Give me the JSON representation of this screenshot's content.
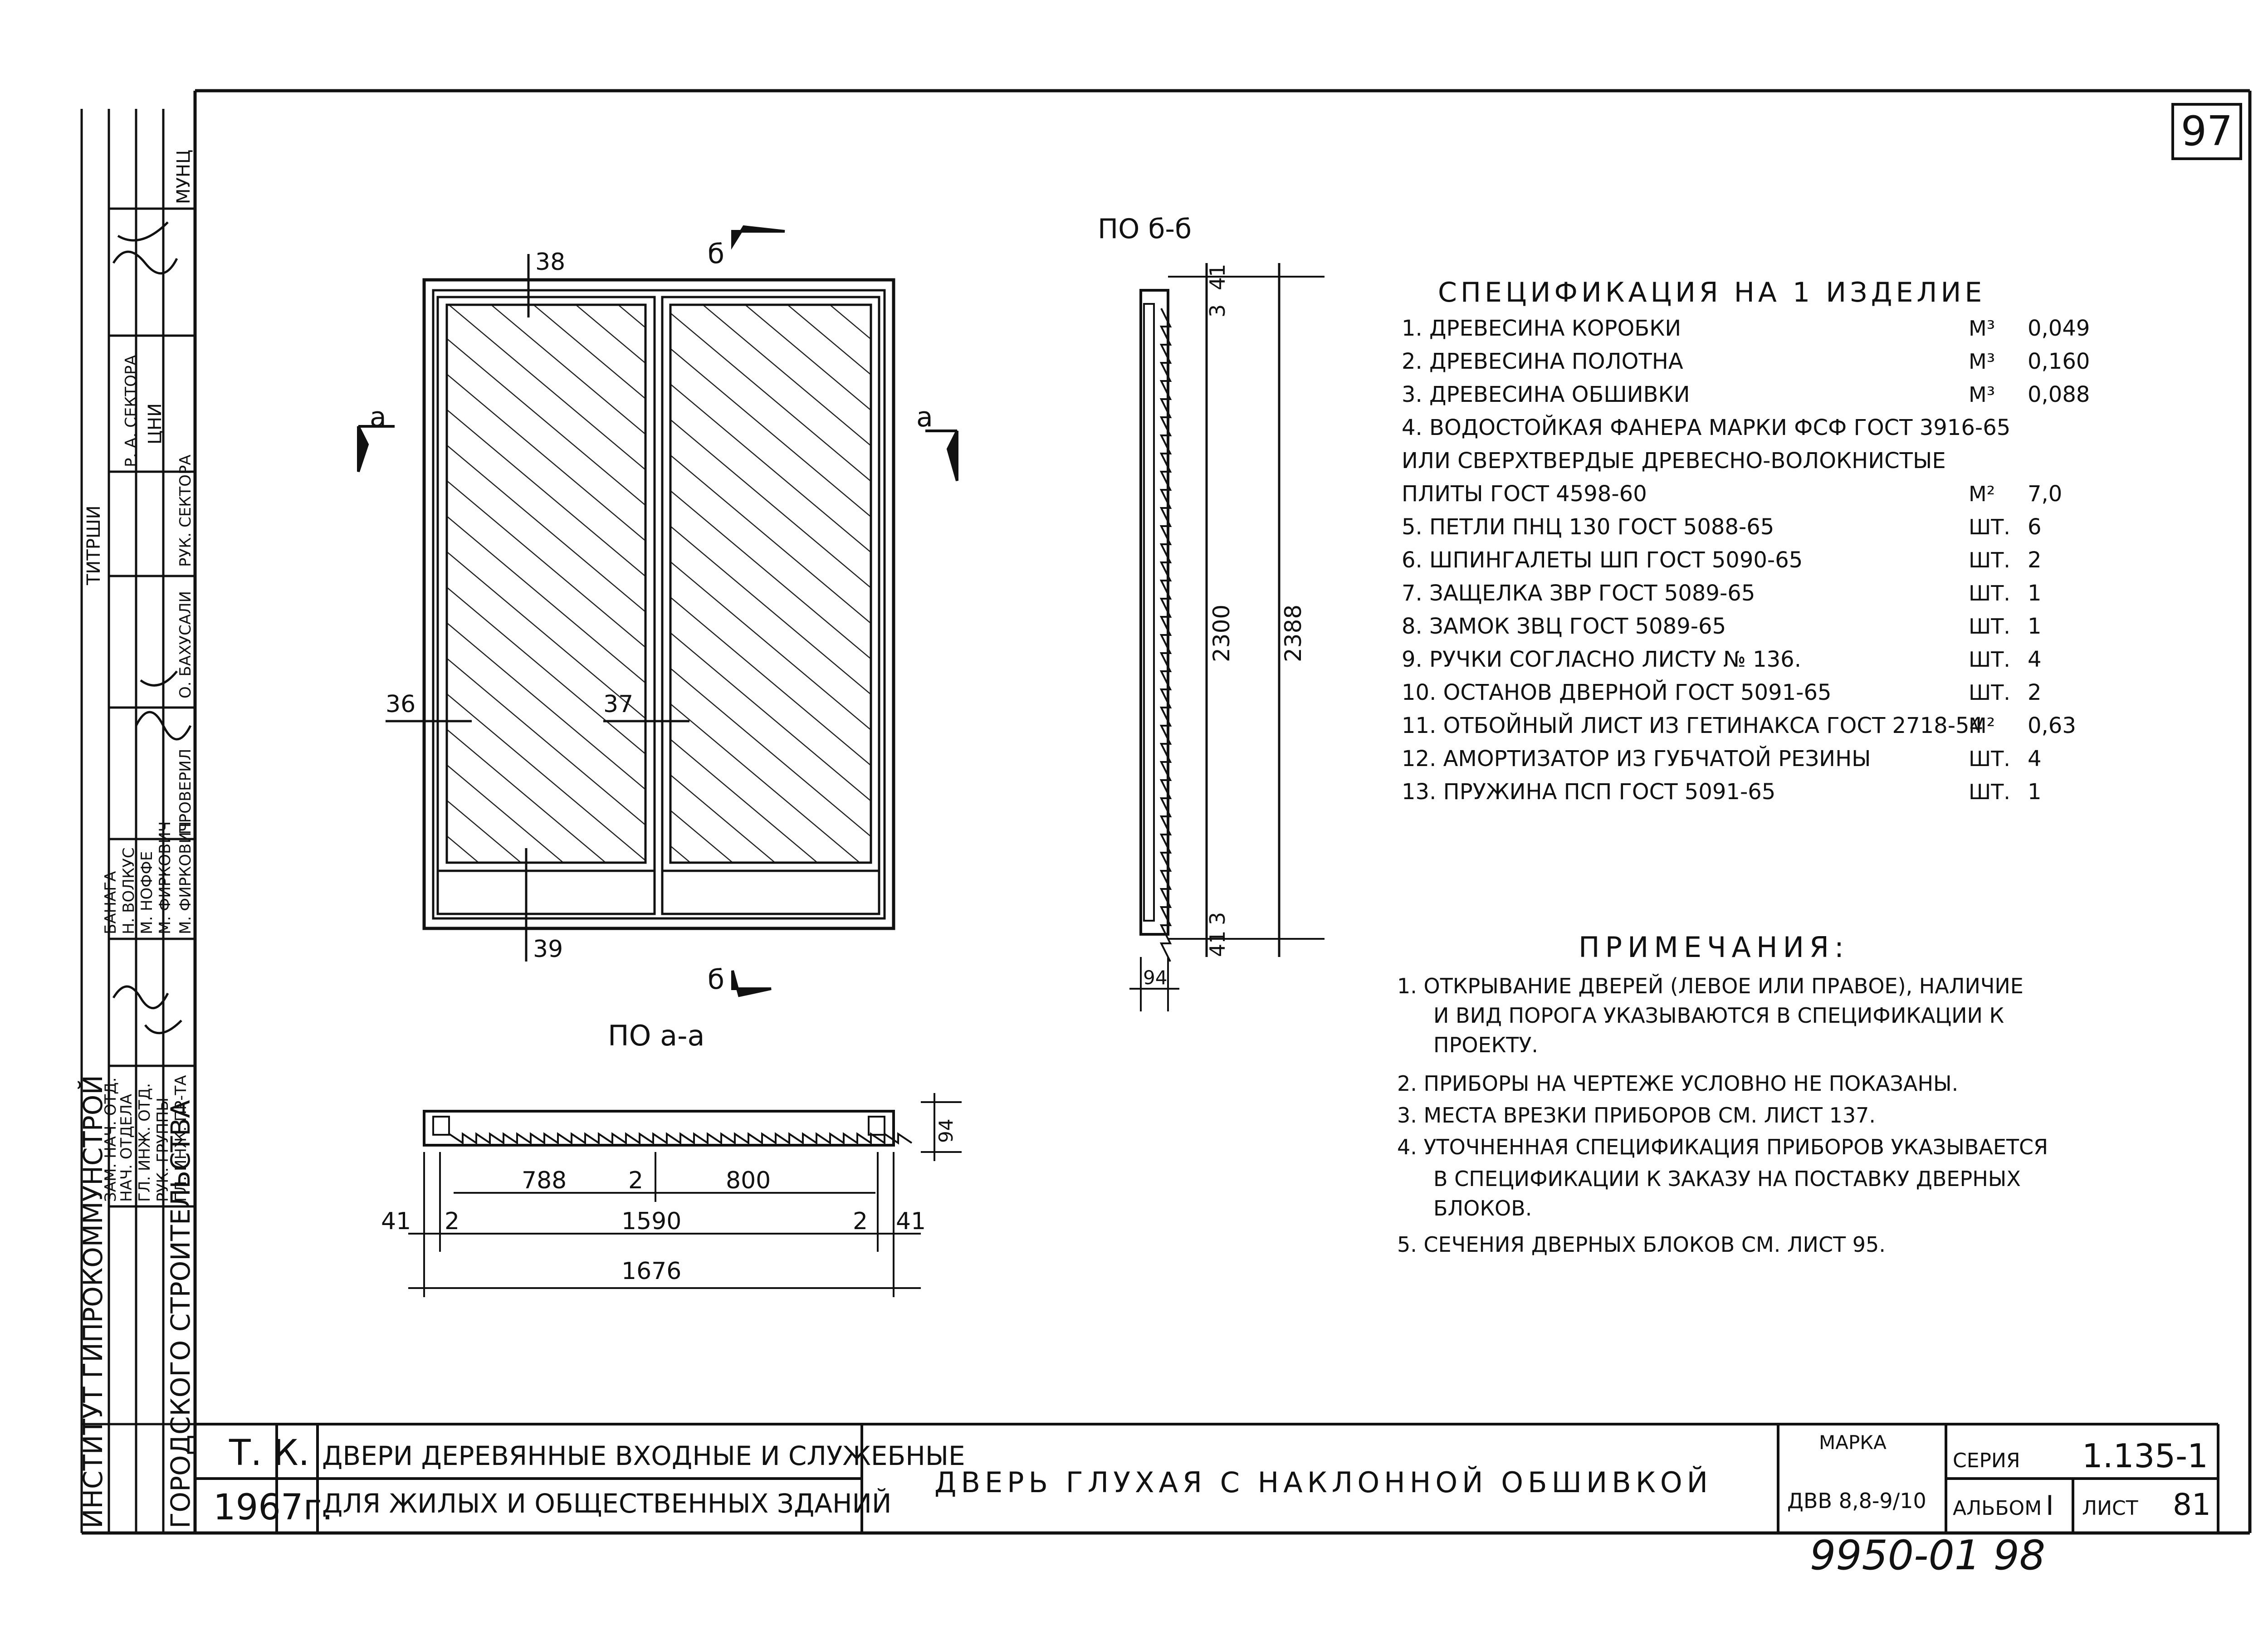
{
  "sheet_number": "97",
  "archive_number": "9950-01 98",
  "side_stamp": {
    "institute_label": "ИНСТИТУТ ГИПРОКОММУНСТРОЙ",
    "column2_label": "ГОРОДСКОГО СТРОИТЕЛЬСТВА",
    "roles": [
      "ГЛ. ИНЖ. ПР-ТА",
      "РУК. ГРУППЫ",
      "ГЛ. ИНЖ. ОТД.",
      "НАЧ. ОТДЕЛА",
      "ЗАМ. НАЧ. ОТД.",
      "РУК. СЕКТОРА",
      "ПРОВЕРИЛ"
    ],
    "names": [
      "М. ФИРКОВИЧ",
      "М. ФИРКОВИЧ",
      "М. НОФФЕ",
      "Н. ВОЛКУС",
      "БАНАГА",
      "О. БАХУСАЛИ",
      "Р. А. СЕКТОРА"
    ],
    "top_labels": [
      "ЦНИ",
      "ТИТРШИ",
      "МУНЦ"
    ]
  },
  "front_view": {
    "label": "ПО а-а",
    "section_marks": {
      "a": "а",
      "b": "б"
    },
    "callouts": [
      "38",
      "36",
      "37",
      "39"
    ]
  },
  "side_section": {
    "label": "ПО б-б",
    "dimensions": {
      "top1": "41",
      "top2": "3",
      "inner_height": "2300",
      "outer_height": "2388",
      "bottom1": "3",
      "bottom2": "41",
      "thickness": "94"
    }
  },
  "plan_section": {
    "dimensions": {
      "leaf_left": "788",
      "gap": "2",
      "leaf_right": "800",
      "edge_left": "41",
      "inner_left": "2",
      "inner_width": "1590",
      "inner_right": "2",
      "edge_right": "41",
      "total": "1676",
      "thickness": "94"
    }
  },
  "specification": {
    "title": "СПЕЦИФИКАЦИЯ НА 1 ИЗДЕЛИЕ",
    "items": [
      {
        "text": "1. ДРЕВЕСИНА КОРОБКИ",
        "unit": "М³",
        "qty": "0,049"
      },
      {
        "text": "2. ДРЕВЕСИНА ПОЛОТНА",
        "unit": "М³",
        "qty": "0,160"
      },
      {
        "text": "3. ДРЕВЕСИНА ОБШИВКИ",
        "unit": "М³",
        "qty": "0,088"
      },
      {
        "text": "4. ВОДОСТОЙКАЯ ФАНЕРА МАРКИ ФСФ ГОСТ 3916-65",
        "unit": "",
        "qty": ""
      },
      {
        "text": "ИЛИ СВЕРХТВЕРДЫЕ ДРЕВЕСНО-ВОЛОКНИСТЫЕ",
        "unit": "",
        "qty": ""
      },
      {
        "text": "ПЛИТЫ ГОСТ 4598-60",
        "unit": "М²",
        "qty": "7,0"
      },
      {
        "text": "5. ПЕТЛИ ПНЦ 130 ГОСТ 5088-65",
        "unit": "ШТ.",
        "qty": "6"
      },
      {
        "text": "6. ШПИНГАЛЕТЫ ШП ГОСТ 5090-65",
        "unit": "ШТ.",
        "qty": "2"
      },
      {
        "text": "7. ЗАЩЕЛКА ЗВР ГОСТ 5089-65",
        "unit": "ШТ.",
        "qty": "1"
      },
      {
        "text": "8. ЗАМОК ЗВЦ ГОСТ 5089-65",
        "unit": "ШТ.",
        "qty": "1"
      },
      {
        "text": "9. РУЧКИ СОГЛАСНО ЛИСТУ № 136.",
        "unit": "ШТ.",
        "qty": "4"
      },
      {
        "text": "10. ОСТАНОВ ДВЕРНОЙ ГОСТ 5091-65",
        "unit": "ШТ.",
        "qty": "2"
      },
      {
        "text": "11. ОТБОЙНЫЙ ЛИСТ ИЗ ГЕТИНАКСА ГОСТ 2718-54",
        "unit": "М²",
        "qty": "0,63"
      },
      {
        "text": "12. АМОРТИЗАТОР ИЗ ГУБЧАТОЙ РЕЗИНЫ",
        "unit": "ШТ.",
        "qty": "4"
      },
      {
        "text": "13. ПРУЖИНА ПСП ГОСТ 5091-65",
        "unit": "ШТ.",
        "qty": "1"
      }
    ]
  },
  "notes": {
    "title": "ПРИМЕЧАНИЯ:",
    "lines": [
      "1. ОТКРЫВАНИЕ ДВЕРЕЙ (ЛЕВОЕ ИЛИ ПРАВОЕ), НАЛИЧИЕ",
      "И ВИД ПОРОГА УКАЗЫВАЮТСЯ В СПЕЦИФИКАЦИИ К",
      "ПРОЕКТУ.",
      "2. ПРИБОРЫ НА ЧЕРТЕЖЕ УСЛОВНО НЕ ПОКАЗАНЫ.",
      "3. МЕСТА ВРЕЗКИ ПРИБОРОВ СМ. ЛИСТ 137.",
      "4. УТОЧНЕННАЯ СПЕЦИФИКАЦИЯ ПРИБОРОВ УКАЗЫВАЕТСЯ",
      "В СПЕЦИФИКАЦИИ К ЗАКАЗУ НА ПОСТАВКУ ДВЕРНЫХ",
      "БЛОКОВ.",
      "5. СЕЧЕНИЯ ДВЕРНЫХ БЛОКОВ СМ. ЛИСТ 95."
    ]
  },
  "title_block": {
    "tk": "Т. К.",
    "year": "1967г.",
    "project_line1": "ДВЕРИ ДЕРЕВЯННЫЕ ВХОДНЫЕ И СЛУЖЕБНЫЕ",
    "project_line2": "ДЛЯ ЖИЛЫХ И ОБЩЕСТВЕННЫХ ЗДАНИЙ",
    "sheet_title": "ДВЕРЬ ГЛУХАЯ С НАКЛОННОЙ ОБШИВКОЙ",
    "marka_label": "МАРКА",
    "marka_value": "ДВВ 8,8-9/10",
    "series_label": "СЕРИЯ",
    "series_value": "1.135-1",
    "album_label": "АЛЬБОМ",
    "album_value": "I",
    "list_label": "ЛИСТ",
    "list_value": "81"
  }
}
